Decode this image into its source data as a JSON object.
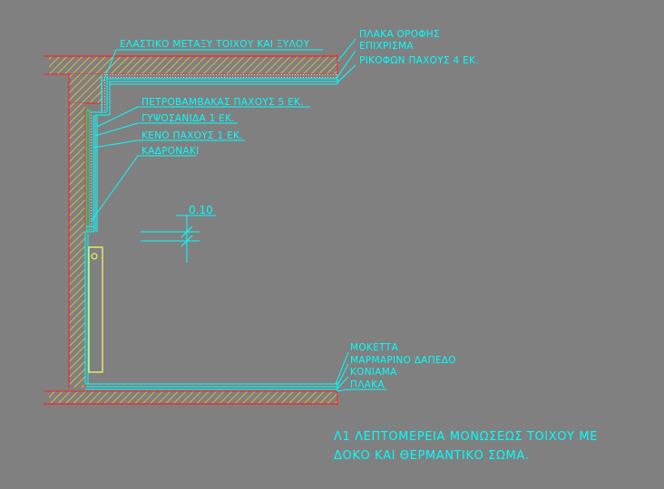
{
  "colors": {
    "background": "#808080",
    "annotation": "#00ffff",
    "hatch": "#ffcc33",
    "section_edge": "#ff2020",
    "radiator": "#ffff66",
    "insulation": "#00ff66"
  },
  "labels": {
    "elastic_joint": "ΕΛΑΣΤΙΚΟ ΜΕΤΑΞΥ ΤΟΙΧΟΥ ΚΑΙ ΞΥΛΟΥ",
    "roof_slab": "ΠΛΑΚΑ ΟΡΟΦΗΣ",
    "plaster": "ΕΠΙΧΡΙΣΜΑ",
    "cork_board": "ΡΙΚΟΦΩΝ ΠΑΧΟΥΣ 4 ΕΚ.",
    "rockwool": "ΠΕΤΡΟΒΑΜΒΑΚΑΣ ΠΑΧΟΥΣ 5 ΕΚ.",
    "gypsum_board": "ΓΥΨΟΣΑΝΙΔΑ 1 ΕΚ.",
    "air_gap": "ΚΕΝΟ ΠΑΧΟΥΣ 1 ΕΚ.",
    "stud": "ΚΑΔΡΟΝΑΚΙ",
    "carpet": "ΜΟΚΕΤΤΑ",
    "marble_floor": "ΜΑΡΜΑΡΙΝΟ ΔΑΠΕΔΟ",
    "mortar": "ΚΟΝΙΑΜΑ",
    "floor_slab": "ΠΛΑΚΑ"
  },
  "dimension": {
    "value": "0.10"
  },
  "title": {
    "line1": "Λ1 ΛΕΠΤΟΜΕΡΕΙΑ ΜΟΝΩΣΕΩΣ ΤΟΙΧΟΥ ΜΕ",
    "line2": "ΔΟΚΟ ΚΑΙ ΘΕΡΜΑΝΤΙΚΟ ΣΩΜΑ."
  }
}
